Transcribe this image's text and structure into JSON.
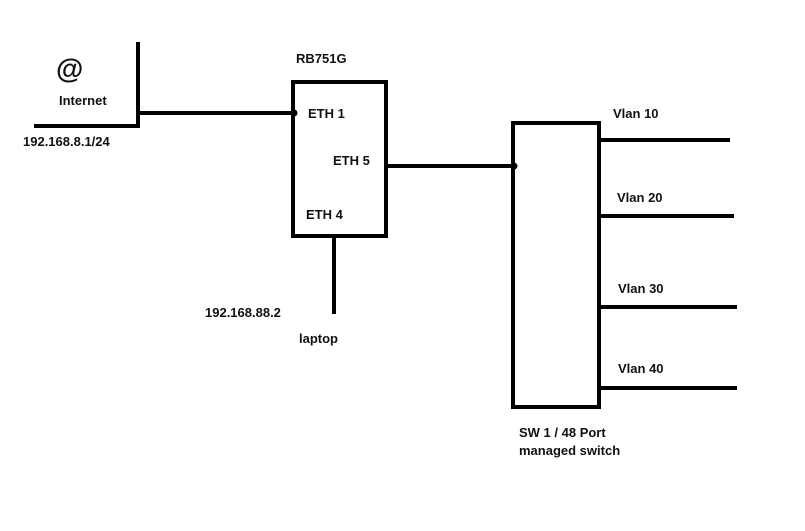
{
  "colors": {
    "line": "#000000",
    "text": "#111111",
    "background": "#ffffff"
  },
  "internet": {
    "icon": "at-sign-icon",
    "symbol": "@",
    "label": "Internet",
    "ip": "192.168.8.1/24"
  },
  "router": {
    "name": "RB751G",
    "ports": {
      "eth1": "ETH 1",
      "eth5": "ETH 5",
      "eth4": "ETH 4"
    }
  },
  "laptop": {
    "ip": "192.168.88.2",
    "label": "laptop"
  },
  "switch": {
    "label_line1": "SW 1 / 48 Port",
    "label_line2": "managed switch",
    "vlans": [
      "Vlan 10",
      "Vlan 20",
      "Vlan 30",
      "Vlan 40"
    ]
  }
}
